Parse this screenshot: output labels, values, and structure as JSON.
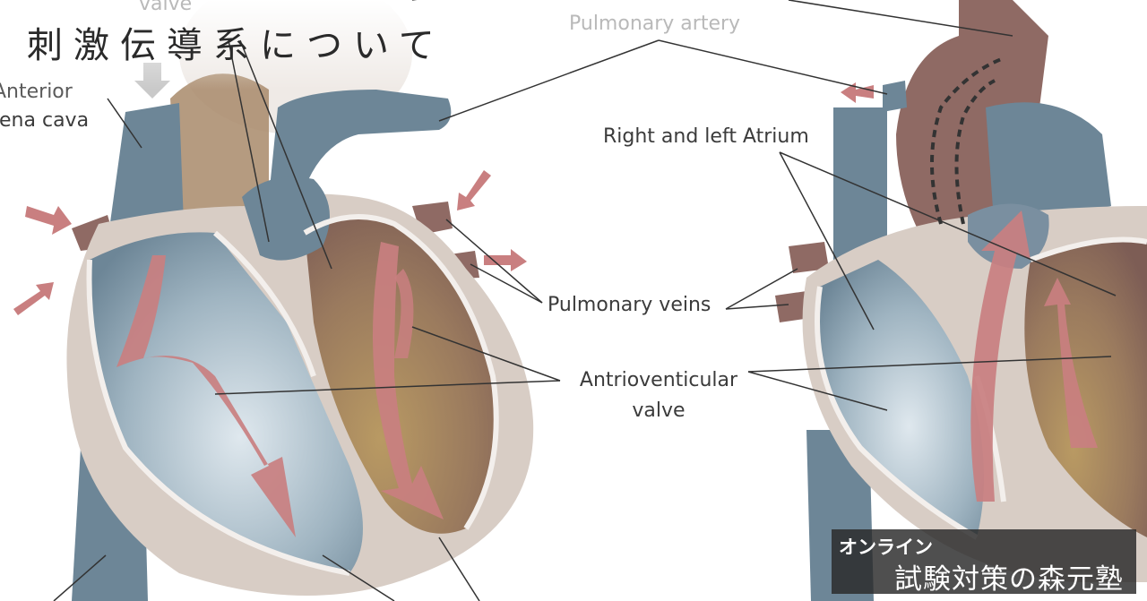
{
  "title": "刺激伝導系について",
  "labels": {
    "valve_top": "valve",
    "anterior_line1": "Anterior",
    "anterior_line2": "vena cava",
    "pulmonary_artery": "Pulmonary artery",
    "atrium": "Right and left Atrium",
    "pulmonary_veins": "Pulmonary veins",
    "av_line1": "Antrioventicular",
    "av_line2": "valve"
  },
  "badge": {
    "line1": "オンライン",
    "line2": "試験対策の森元塾"
  },
  "colors": {
    "vessel_blue": "#6d8697",
    "chamber_blue": "#8ea5b3",
    "muscle_brown": "#8a6a55",
    "wall_beige": "#d6cbc2",
    "arrow_pink": "#c97f80"
  }
}
